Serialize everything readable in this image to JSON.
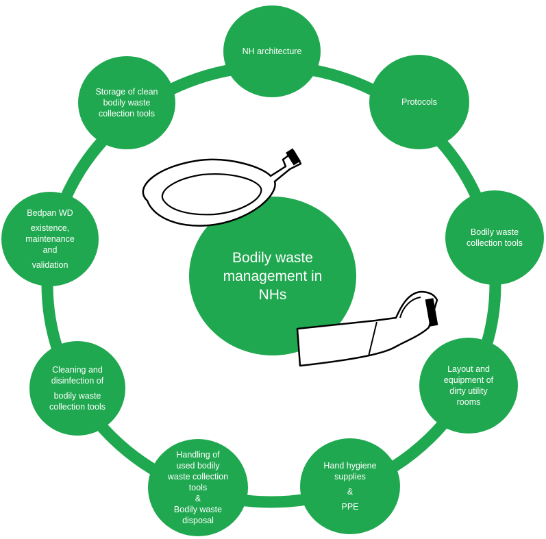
{
  "colors": {
    "node_fill": "#1fa84f",
    "ring": "#1fa84f",
    "text": "#ffffff",
    "outline": "#000000"
  },
  "center": {
    "lines": [
      "Bodily waste",
      "management in",
      "NHs"
    ]
  },
  "nodes": [
    {
      "id": "nh-architecture",
      "lines": [
        "NH architecture"
      ]
    },
    {
      "id": "protocols",
      "lines": [
        "Protocols"
      ]
    },
    {
      "id": "bodily-waste-collection-tools",
      "lines": [
        "Bodily waste",
        "collection tools"
      ]
    },
    {
      "id": "dirty-utility-rooms",
      "lines": [
        "Layout and",
        "equipment of",
        "dirty utility",
        "rooms"
      ]
    },
    {
      "id": "hand-hygiene-ppe",
      "lines": [
        "Hand hygiene",
        "supplies",
        "&",
        "PPE"
      ]
    },
    {
      "id": "handling-disposal",
      "lines": [
        "Handling of",
        "used bodily",
        "waste collection",
        "tools",
        "&",
        "Bodily waste",
        "disposal"
      ]
    },
    {
      "id": "cleaning-disinfection",
      "lines": [
        "Cleaning and",
        "disinfection of",
        "bodily waste",
        "collection tools"
      ]
    },
    {
      "id": "bedpan-wd",
      "lines": [
        "Bedpan WD",
        "existence,",
        "maintenance",
        "and",
        "validation"
      ]
    },
    {
      "id": "storage-clean-tools",
      "lines": [
        "Storage of clean",
        "bodily waste",
        "collection tools"
      ]
    }
  ],
  "icons": {
    "bedpan": "bedpan-icon",
    "urinal": "urinal-icon"
  }
}
